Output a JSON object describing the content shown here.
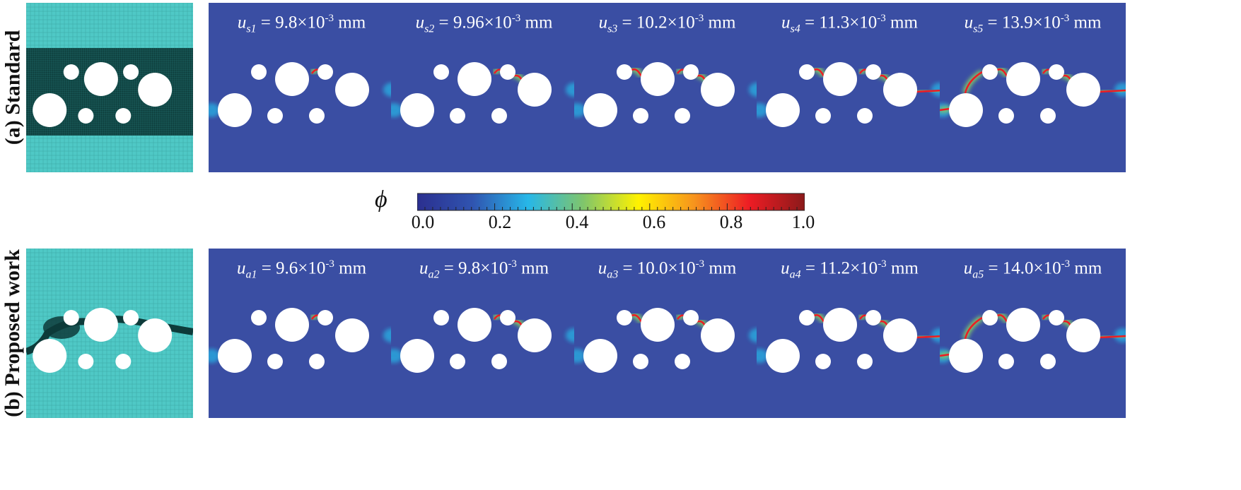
{
  "figure": {
    "rows": [
      {
        "label": "(a) Standard",
        "mesh": "uniform-mesh",
        "panels": [
          {
            "symbol": "u",
            "sub": "s1",
            "value": "9.8×10",
            "exp": "-3",
            "unit": "mm",
            "crack": 1
          },
          {
            "symbol": "u",
            "sub": "s2",
            "value": "9.96×10",
            "exp": "-3",
            "unit": "mm",
            "crack": 2
          },
          {
            "symbol": "u",
            "sub": "s3",
            "value": "10.2×10",
            "exp": "-3",
            "unit": "mm",
            "crack": 3
          },
          {
            "symbol": "u",
            "sub": "s4",
            "value": "11.3×10",
            "exp": "-3",
            "unit": "mm",
            "crack": 4
          },
          {
            "symbol": "u",
            "sub": "s5",
            "value": "13.9×10",
            "exp": "-3",
            "unit": "mm",
            "crack": 5
          }
        ]
      },
      {
        "label": "(b) Proposed work",
        "mesh": "adaptive-mesh",
        "panels": [
          {
            "symbol": "u",
            "sub": "a1",
            "value": "9.6×10",
            "exp": "-3",
            "unit": "mm",
            "crack": 1
          },
          {
            "symbol": "u",
            "sub": "a2",
            "value": "9.8×10",
            "exp": "-3",
            "unit": "mm",
            "crack": 2
          },
          {
            "symbol": "u",
            "sub": "a3",
            "value": "10.0×10",
            "exp": "-3",
            "unit": "mm",
            "crack": 3
          },
          {
            "symbol": "u",
            "sub": "a4",
            "value": "11.2×10",
            "exp": "-3",
            "unit": "mm",
            "crack": 4
          },
          {
            "symbol": "u",
            "sub": "a5",
            "value": "14.0×10",
            "exp": "-3",
            "unit": "mm",
            "crack": 5
          }
        ]
      }
    ],
    "colorbar": {
      "symbol": "ϕ",
      "min": 0.0,
      "max": 1.0,
      "tick_labels": [
        "0.0",
        "0.2",
        "0.4",
        "0.6",
        "0.8",
        "1.0"
      ],
      "colors": [
        "#2b2f8f",
        "#3054b0",
        "#27b7e8",
        "#80c56b",
        "#fff200",
        "#f7941d",
        "#ed1c24",
        "#8b1a1a"
      ]
    },
    "colors": {
      "field_background": "#3a4ea3",
      "mesh_background": "#4fc9c6",
      "hole": "#ffffff"
    }
  }
}
